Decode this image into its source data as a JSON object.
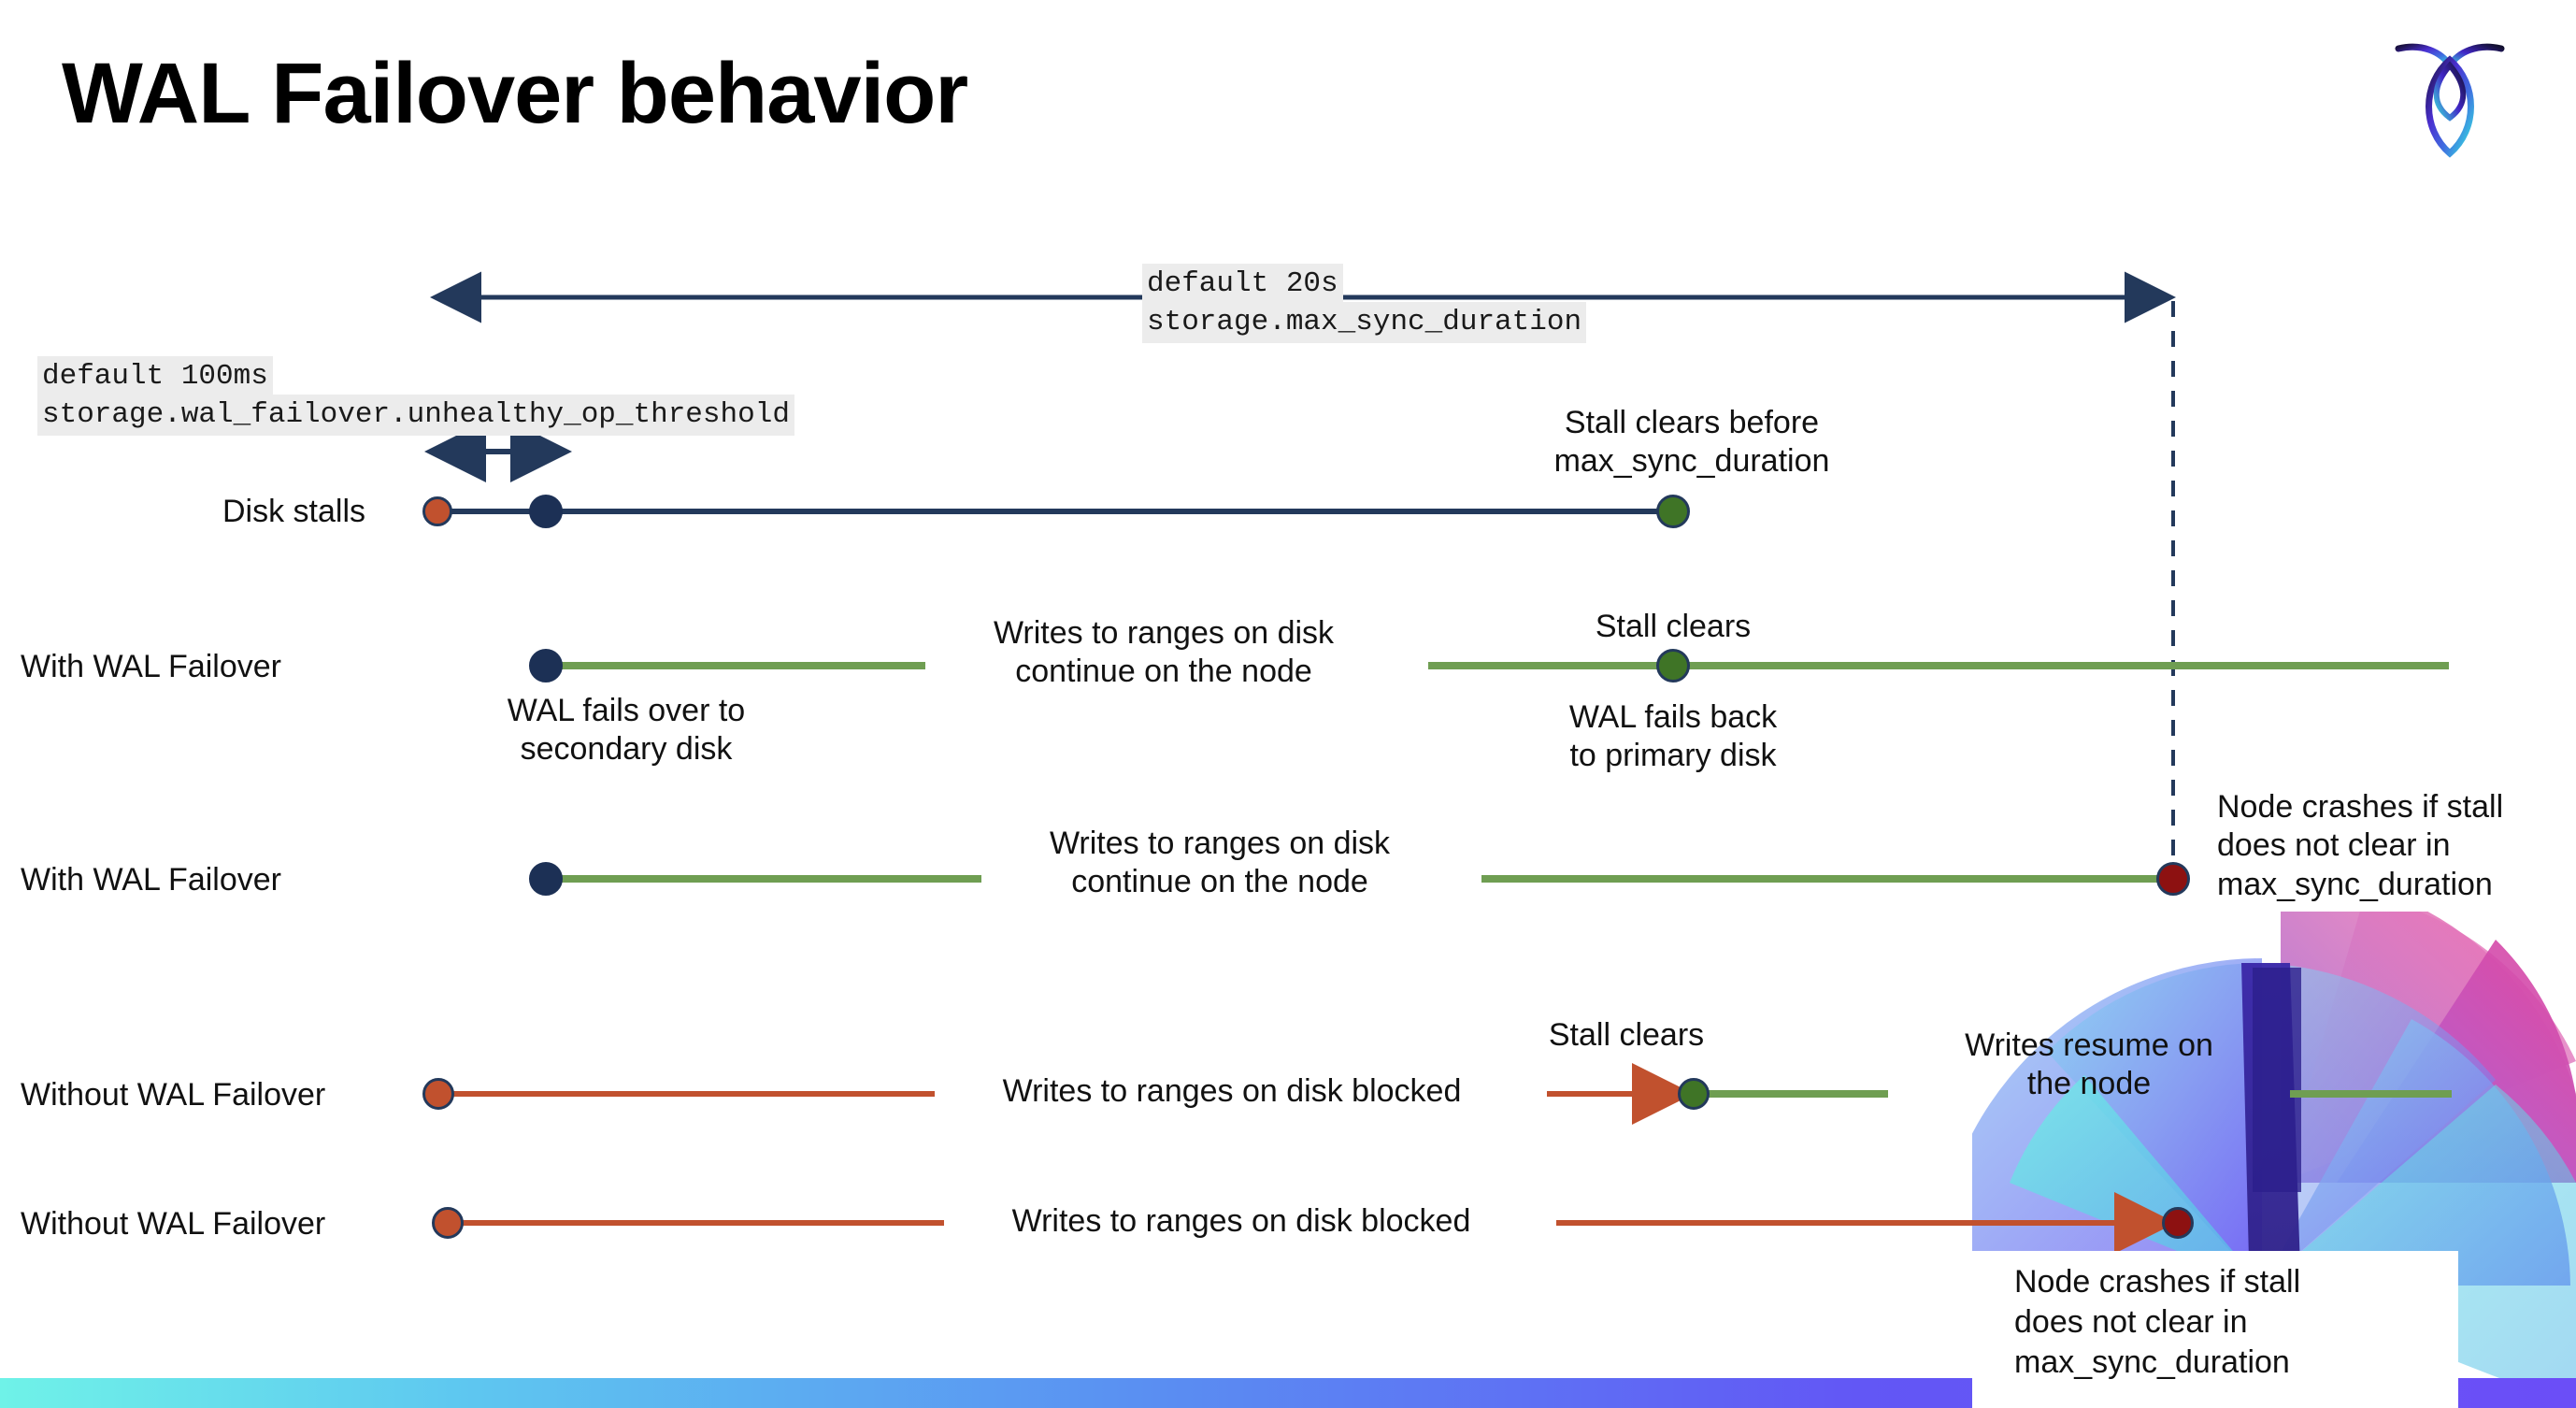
{
  "slide": {
    "title": "WAL Failover behavior",
    "brand": "cockroachdb-logo"
  },
  "settings": [
    {
      "id": "max-sync-duration",
      "default_label": "default 20s",
      "setting_name": "storage.max_sync_duration"
    },
    {
      "id": "unhealthy-op-threshold",
      "default_label": "default 100ms",
      "setting_name": "storage.wal_failover.unhealthy_op_threshold"
    }
  ],
  "rows": [
    {
      "id": "disk-stalls",
      "label": "Disk stalls",
      "notes": [
        "Stall clears before",
        "max_sync_duration"
      ]
    },
    {
      "id": "with-wal-failover-clears",
      "label": "With WAL Failover",
      "notes": [
        "WAL fails over to",
        "secondary disk",
        "Writes to ranges on disk",
        "continue on the node",
        "Stall clears",
        "WAL fails  back",
        "to primary disk"
      ]
    },
    {
      "id": "with-wal-failover-crash",
      "label": "With WAL Failover",
      "notes": [
        "Writes to ranges on disk",
        "continue on the node",
        "Node crashes if stall",
        "does not clear in",
        "max_sync_duration"
      ]
    },
    {
      "id": "without-wal-failover-clears",
      "label": "Without WAL Failover",
      "notes": [
        "Writes to ranges on disk  blocked",
        "Stall clears",
        "Writes resume on",
        "the node"
      ]
    },
    {
      "id": "without-wal-failover-crash",
      "label": "Without WAL Failover",
      "notes": [
        "Writes to ranges on disk  blocked",
        "Node crashes if stall",
        "does not clear in",
        "max_sync_duration"
      ]
    }
  ],
  "annotations": {
    "stall_clears_before": "Stall clears before",
    "max_sync_duration": "max_sync_duration",
    "wal_fails_over_l1": "WAL fails over to",
    "wal_fails_over_l2": "secondary disk",
    "writes_continue_l1": "Writes to ranges on disk",
    "writes_continue_l2": "continue on the node",
    "stall_clears": "Stall clears",
    "wal_fails_back_l1": "WAL fails  back",
    "wal_fails_back_l2": "to primary disk",
    "node_crashes_l1": "Node crashes if stall",
    "node_crashes_l2": "does not clear in",
    "node_crashes_l3": "max_sync_duration",
    "writes_blocked": "Writes to ranges on disk  blocked",
    "writes_resume_l1": "Writes resume on",
    "writes_resume_l2": "the node"
  },
  "colors": {
    "navy": "#23395b",
    "green_line": "#6f9e52",
    "green_dot": "#3f7426",
    "orange": "#c1512e",
    "dark_red": "#8d1111",
    "code_bg": "#ececec",
    "gradient_start": "#6ff2e8",
    "gradient_end": "#6b4ef7"
  }
}
